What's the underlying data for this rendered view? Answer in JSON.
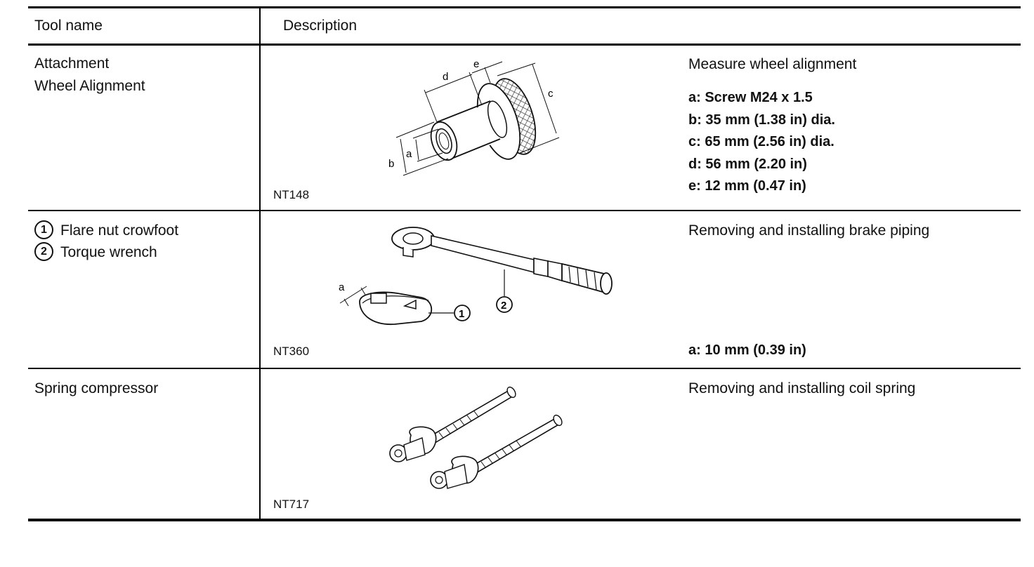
{
  "table": {
    "headers": {
      "tool_name": "Tool name",
      "description": "Description"
    },
    "rows": [
      {
        "tool_name_lines": [
          "Attachment",
          "Wheel Alignment"
        ],
        "image_code": "NT148",
        "purpose": "Measure wheel alignment",
        "specs": [
          "a:  Screw M24 x 1.5",
          "b:  35 mm (1.38 in) dia.",
          "c:  65 mm (2.56 in) dia.",
          "d:  56 mm (2.20 in)",
          "e:  12 mm (0.47 in)"
        ],
        "dim_labels": {
          "a": "a",
          "b": "b",
          "c": "c",
          "d": "d",
          "e": "e"
        }
      },
      {
        "tool_items": [
          {
            "num": "1",
            "label": "Flare nut crowfoot"
          },
          {
            "num": "2",
            "label": "Torque wrench"
          }
        ],
        "image_code": "NT360",
        "purpose": "Removing and installing brake piping",
        "specs": [
          "a:  10 mm (0.39 in)"
        ],
        "dim_labels": {
          "a": "a",
          "callout_1": "1",
          "callout_2": "2"
        }
      },
      {
        "tool_name_lines": [
          "Spring compressor"
        ],
        "image_code": "NT717",
        "purpose": "Removing and installing coil spring",
        "specs": []
      }
    ]
  }
}
